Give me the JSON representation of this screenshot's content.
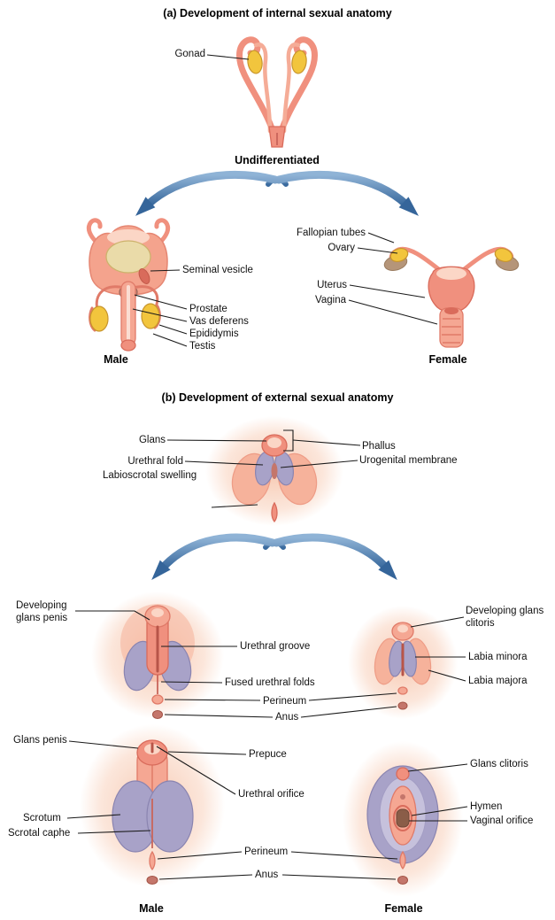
{
  "section_a": {
    "title": "(a) Development of internal sexual anatomy",
    "undifferentiated_caption": "Undifferentiated",
    "labels": {
      "gonad": "Gonad",
      "seminal_vesicle": "Seminal vesicle",
      "prostate": "Prostate",
      "vas_deferens": "Vas deferens",
      "epididymis": "Epididymis",
      "testis": "Testis",
      "fallopian_tubes": "Fallopian tubes",
      "ovary": "Ovary",
      "uterus": "Uterus",
      "vagina": "Vagina"
    },
    "male_caption": "Male",
    "female_caption": "Female"
  },
  "section_b": {
    "title": "(b) Development of external sexual anatomy",
    "labels": {
      "glans": "Glans",
      "phallus": "Phallus",
      "urethral_fold": "Urethral fold",
      "urogenital_membrane": "Urogenital membrane",
      "labioscrotal_swelling": "Labioscrotal swelling",
      "developing_glans_penis": "Developing glans penis",
      "urethral_groove": "Urethral groove",
      "fused_urethral_folds": "Fused urethral folds",
      "perineum_developing": "Perineum",
      "anus_developing": "Anus",
      "developing_glans_clitoris": "Developing glans clitoris",
      "labia_minora": "Labia minora",
      "labia_majora": "Labia majora",
      "glans_penis": "Glans penis",
      "prepuce": "Prepuce",
      "glans_clitoris": "Glans clitoris",
      "urethral_orifice": "Urethral orifice",
      "scrotum": "Scrotum",
      "scrotal_caphe": "Scrotal caphe",
      "hymen": "Hymen",
      "vaginal_orifice": "Vaginal orifice",
      "perineum_adult": "Perineum",
      "anus_adult": "Anus"
    },
    "male_caption": "Male",
    "female_caption": "Female"
  },
  "colors": {
    "flesh_salmon": "#F0907E",
    "flesh_light": "#F6B29B",
    "gonad_yellow": "#F2C53D",
    "fold_purple": "#A8A2C8",
    "arrow_blue": "#35659A",
    "label_text": "#111111",
    "background": "#FFFFFF"
  }
}
